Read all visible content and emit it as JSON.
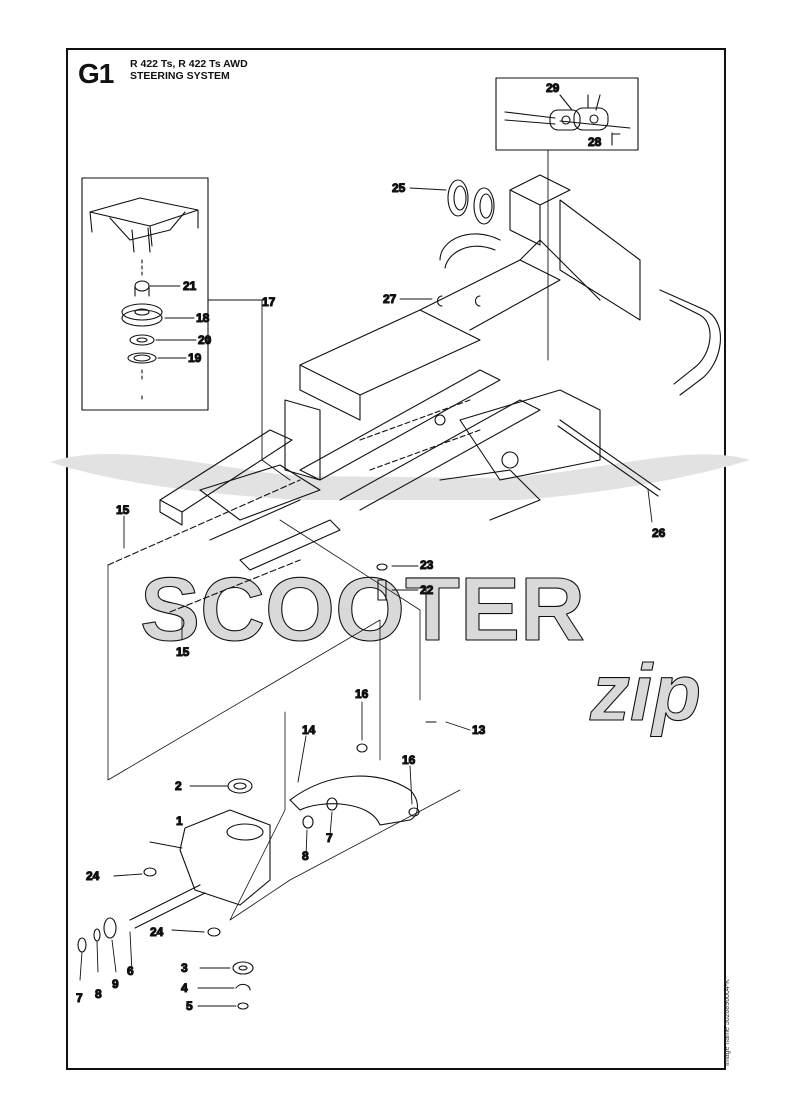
{
  "header": {
    "code": "G1",
    "model_line": "R 422 Ts, R 422 Ts AWD",
    "section_title": "STEERING SYSTEM"
  },
  "side_info": "Image name 5026896004-K",
  "watermark": {
    "line1": "SCOOTER",
    "line2": "zip"
  },
  "callouts": {
    "c1": "1",
    "c2": "2",
    "c3": "3",
    "c4": "4",
    "c5": "5",
    "c6": "6",
    "c7a": "7",
    "c7b": "7",
    "c8a": "8",
    "c8b": "8",
    "c9": "9",
    "c13": "13",
    "c14": "14",
    "c15a": "15",
    "c15b": "15",
    "c16a": "16",
    "c16b": "16",
    "c17": "17",
    "c18": "18",
    "c19": "19",
    "c20": "20",
    "c21": "21",
    "c22": "22",
    "c23": "23",
    "c24a": "24",
    "c24b": "24",
    "c25": "25",
    "c26": "26",
    "c27": "27",
    "c28": "28",
    "c29": "29"
  },
  "colors": {
    "line": "#111111",
    "watermark": "#d9d9d9",
    "background": "#ffffff"
  }
}
